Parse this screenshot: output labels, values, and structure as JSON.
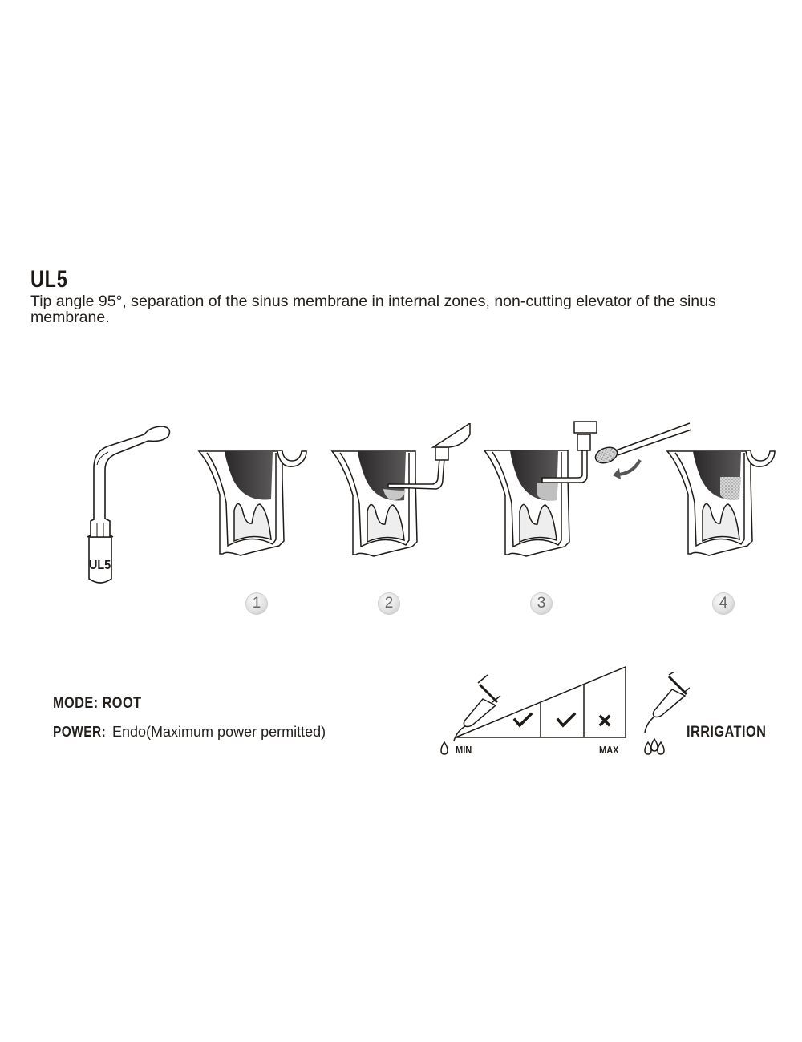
{
  "header": {
    "model": "UL5",
    "description": "Tip angle 95°, separation of the sinus membrane in internal zones, non-cutting elevator of the sinus membrane."
  },
  "tip_illustration": {
    "label": "UL5"
  },
  "steps": [
    {
      "number": "1",
      "scene": "sinus-cross-section"
    },
    {
      "number": "2",
      "scene": "tip-elevating-membrane"
    },
    {
      "number": "3",
      "scene": "bone-graft-insertion-with-spoon"
    },
    {
      "number": "4",
      "scene": "sinus-with-graft"
    }
  ],
  "settings": {
    "mode_label": "MODE: ROOT",
    "power_label": "POWER:",
    "power_value": "Endo(Maximum power permitted)"
  },
  "power_scale": {
    "min_label": "MIN",
    "max_label": "MAX",
    "levels": [
      {
        "level": 1,
        "status": "check"
      },
      {
        "level": 2,
        "status": "check"
      },
      {
        "level": 3,
        "status": "cross"
      }
    ]
  },
  "irrigation": {
    "label": "IRRIGATION"
  },
  "colors": {
    "ink": "#1e1a17",
    "sinus_dark": "#3a3838",
    "gum_fill": "#eeeeee",
    "graft_light": "#c8c8c8"
  }
}
